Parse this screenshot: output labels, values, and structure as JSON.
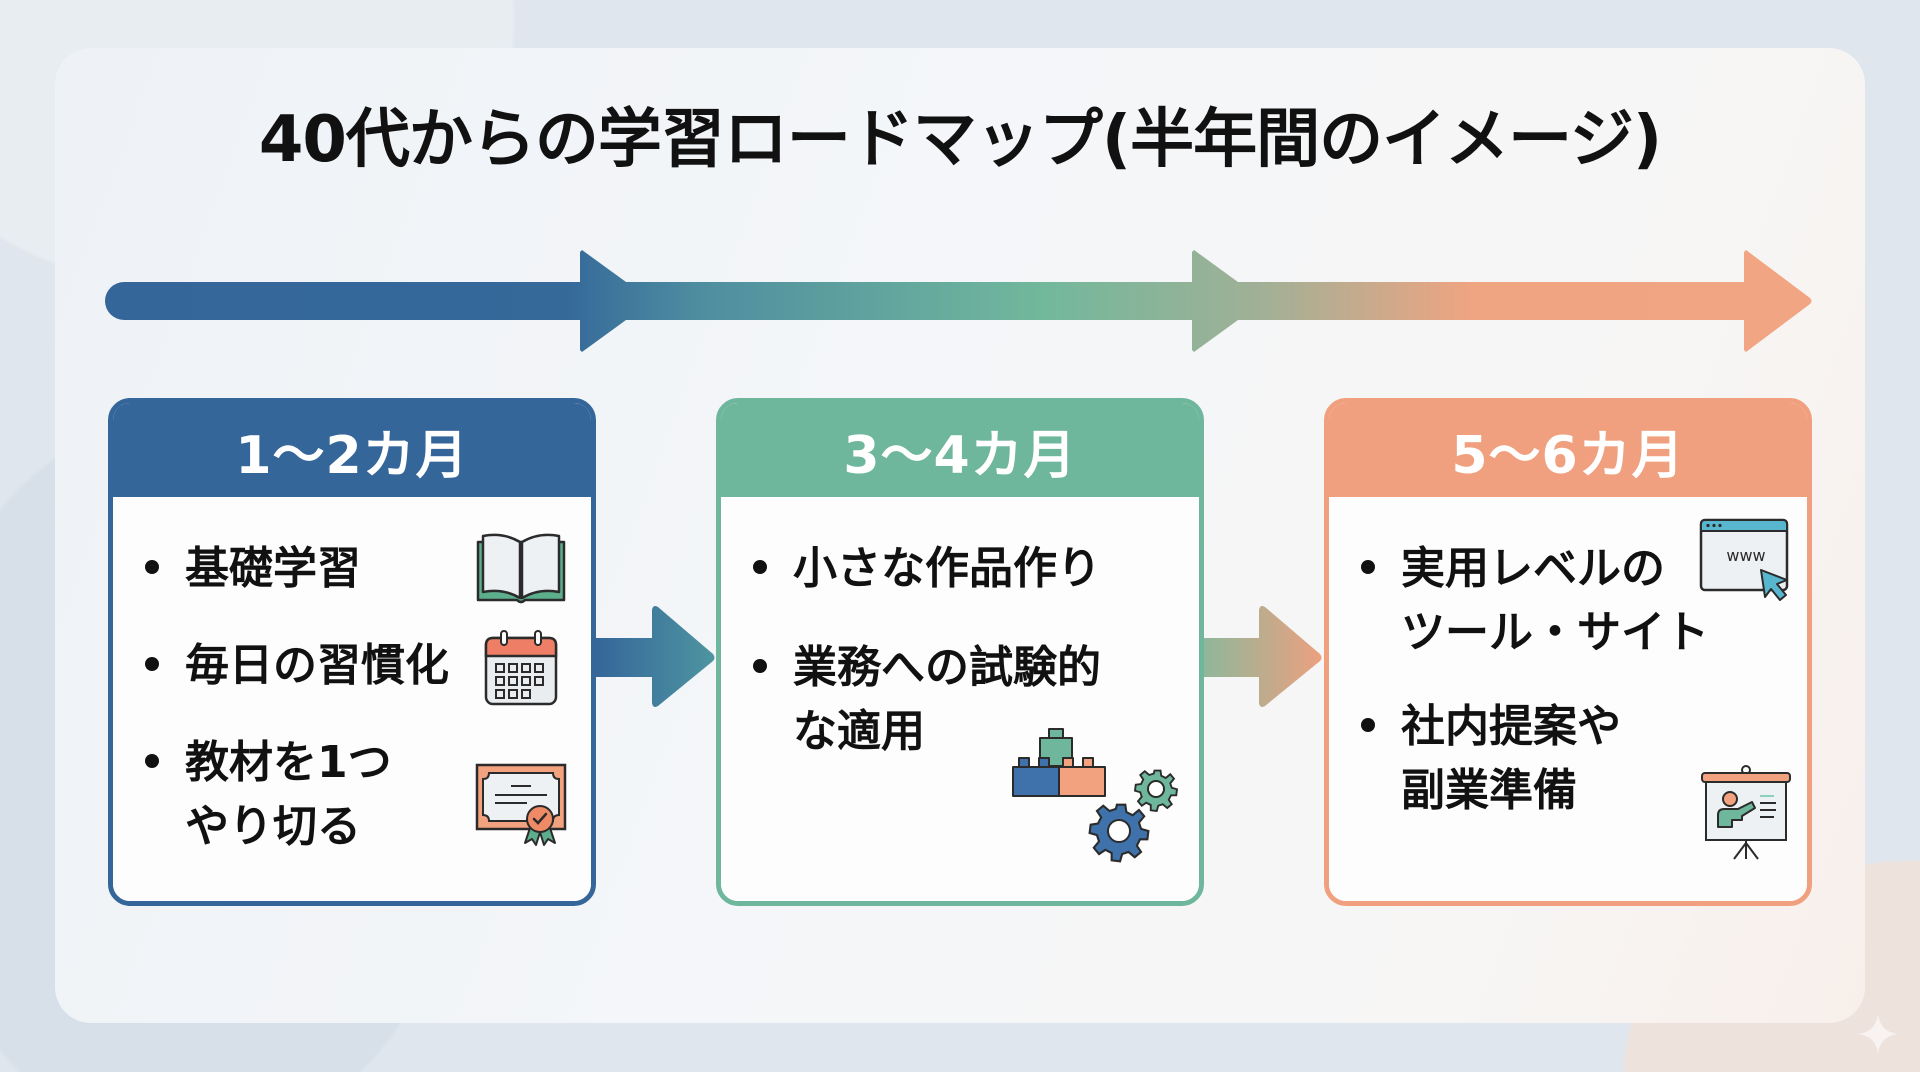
{
  "title": "40代からの学習ロードマップ(半年間のイメージ)",
  "colors": {
    "phase1": "#35669a",
    "phase2": "#6fb79c",
    "phase3": "#f0a07e",
    "text": "#111111"
  },
  "phases": [
    {
      "label": "1〜2カ月",
      "items": [
        {
          "lines": [
            "基礎学習"
          ],
          "icon": "open-book-icon"
        },
        {
          "lines": [
            "毎日の習慣化"
          ],
          "icon": "calendar-icon"
        },
        {
          "lines": [
            "教材を1つ",
            "やり切る"
          ],
          "icon": "certificate-icon"
        }
      ]
    },
    {
      "label": "3〜4カ月",
      "items": [
        {
          "lines": [
            "小さな作品作り"
          ]
        },
        {
          "lines": [
            "業務への試験的",
            "な適用"
          ]
        }
      ],
      "icon": "blocks-and-gears-icon"
    },
    {
      "label": "5〜6カ月",
      "items": [
        {
          "lines": [
            "実用レベルの",
            "ツール・サイト"
          ],
          "icon": "browser-www-icon"
        },
        {
          "lines": [
            "社内提案や",
            "副業準備"
          ],
          "icon": "presentation-icon"
        }
      ]
    }
  ],
  "browser_icon_text": "www"
}
